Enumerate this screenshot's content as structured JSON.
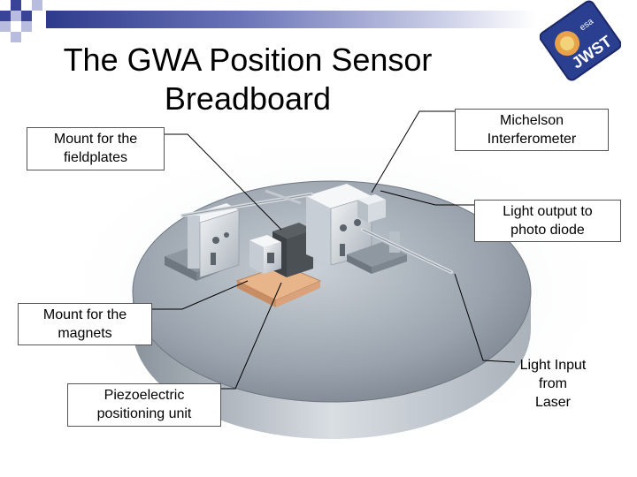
{
  "slide": {
    "title": "The GWA Position Sensor\nBreadboard",
    "logo_text": "JWST",
    "logo_subtext": "esa"
  },
  "labels": {
    "fieldplates": "Mount for the\nfieldplates",
    "michelson": "Michelson\nInterferometer",
    "light_output": "Light output to\nphoto diode",
    "magnets": "Mount for the\nmagnets",
    "piezo": "Piezoelectric\npositioning unit",
    "light_input": "Light Input\nfrom Laser"
  },
  "colors": {
    "accent_dark": "#2e3a8c",
    "accent_mid": "#6a74b8",
    "plate_gray": "#9aa3ad",
    "copper": "#e8b48a"
  }
}
